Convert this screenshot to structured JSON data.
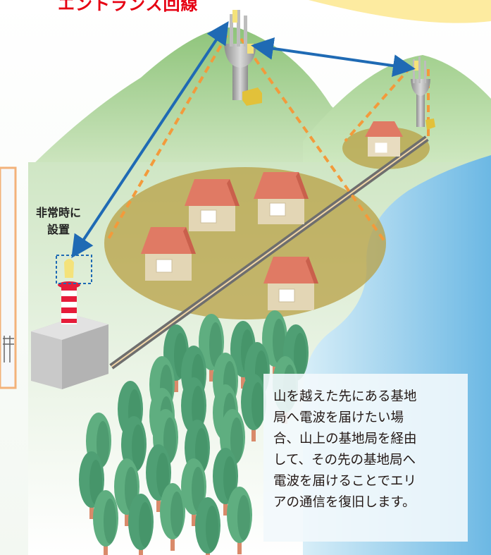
{
  "heading": "エントランス回線",
  "install_label": [
    "非常時に",
    "設置"
  ],
  "description_lines": [
    "山を越えた先にある基地",
    "局へ電波を届けたい場",
    "合、山上の基地局を経由",
    "して、その先の基地局へ",
    "電波を届けることでエリ",
    "アの通信を復旧します。"
  ],
  "colors": {
    "link_arrow": "#1f6ab4",
    "coverage_line": "#f39a3b",
    "roof": "#e07a64",
    "heading": "#e60012",
    "sea": "#8fc9eb",
    "mountain": "#9bcb86"
  }
}
